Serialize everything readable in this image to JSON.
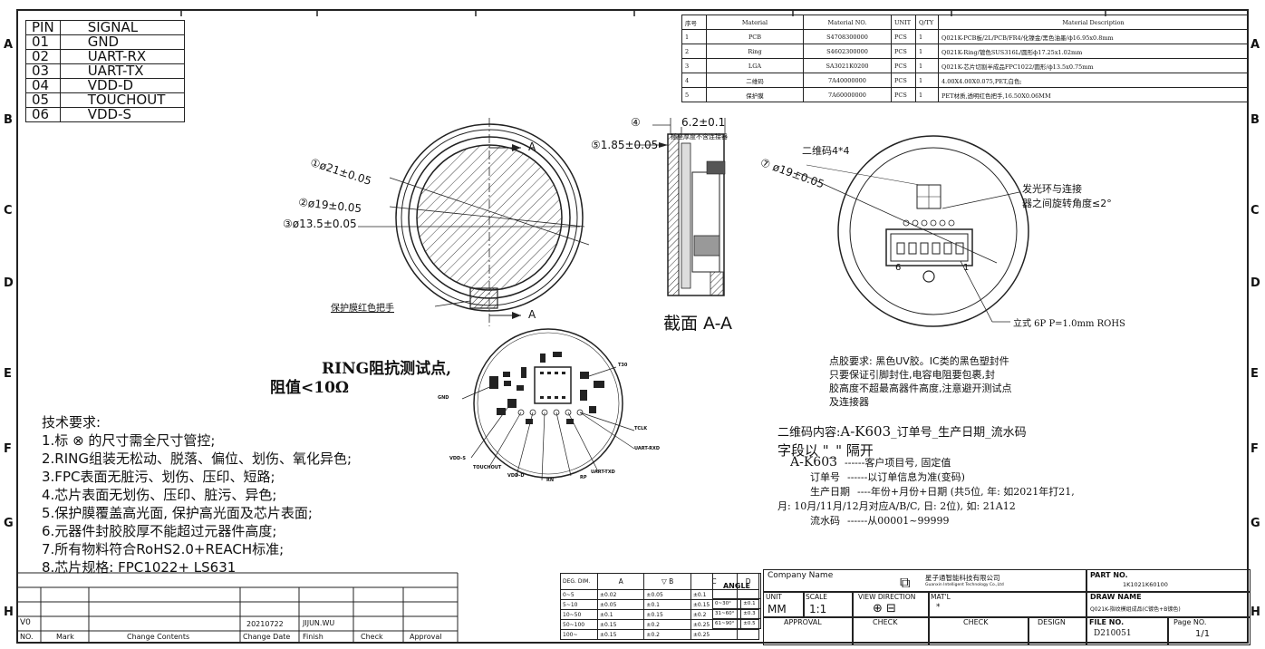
{
  "zones": {
    "rows": [
      "A",
      "B",
      "C",
      "D",
      "E",
      "F",
      "G",
      "H"
    ]
  },
  "pin_table": {
    "headers": [
      "PIN",
      "SIGNAL"
    ],
    "rows": [
      [
        "01",
        "GND"
      ],
      [
        "02",
        "UART-RX"
      ],
      [
        "03",
        "UART-TX"
      ],
      [
        "04",
        "VDD-D"
      ],
      [
        "05",
        "TOUCHOUT"
      ],
      [
        "06",
        "VDD-S"
      ]
    ]
  },
  "material_table": {
    "headers": [
      "序号",
      "Material",
      "Material NO.",
      "UNIT",
      "Q/TY",
      "Material Description"
    ],
    "rows": [
      [
        "1",
        "PCB",
        "S4708300000",
        "PCS",
        "1",
        "Q021K-PCB板/2L/PCB/FR4/化镍金/黑色油墨/ф16.95x0.8mm"
      ],
      [
        "2",
        "Ring",
        "S4602300000",
        "PCS",
        "1",
        "Q021K-Ring/镀色SUS316L/圆形ф17.25x1.02mm"
      ],
      [
        "3",
        "LGA",
        "SA3021K0200",
        "PCS",
        "1",
        "Q021K-芯片切割半成品FPC1022/圆形/ф13.5x0.75mm"
      ],
      [
        "4",
        "二维码",
        "7A40000000",
        "PCS",
        "1",
        "4.00X4.00X0.075,PET,白色;"
      ],
      [
        "5",
        "保护膜",
        "7A60000000",
        "PCS",
        "1",
        "PET材质,透明红色把手,16.50X0.06MM"
      ]
    ]
  },
  "front_view": {
    "d1": "①ø21±0.05",
    "d2": "②ø19±0.05",
    "d3": "③ø13.5±0.05",
    "section_mark": "A",
    "film_label": "保护膜红色把手"
  },
  "section_view": {
    "dim4": "④",
    "dim4_value": "6.2±0.1",
    "dim4_note": "插座厚度不含连接器",
    "dim5": "⑤1.85±0.05",
    "title": "截面 A-A"
  },
  "back_view": {
    "qr": "二维码4*4",
    "d7": "⑦ ø19±0.05",
    "ring_note_1": "发光环与连接",
    "ring_note_2": "器之间旋转角度≤2°",
    "pin_left": "6",
    "pin_right": "1",
    "connector_note": "立式 6P P=1.0mm ROHS"
  },
  "pcb_view": {
    "title_1": "RING阻抗测试点,",
    "title_2": "阻值<10Ω",
    "labels": [
      "T30",
      "GND",
      "TCLK",
      "UART-RXD",
      "UART-TXD",
      "VDD-S",
      "TOUCHOUT",
      "VDD-D",
      "RN",
      "RP"
    ]
  },
  "glue_note": [
    "点胶要求: 黑色UV胶。IC类的黑色塑封件",
    "只要保证引脚封住,电容电阻要包裹,封",
    "胶高度不超最高器件高度,注意避开测试点",
    "及连接器"
  ],
  "qr_content": {
    "line1_a": "二维码内容:",
    "line1_b": "A-K603",
    "line1_c": "_订单号_生产日期_流水码",
    "line2": "字段以 \"_\" 隔开",
    "rows": [
      [
        "A-K603",
        "------客户项目号, 固定值"
      ],
      [
        "订单号",
        "------以订单信息为准(变码)"
      ],
      [
        "生产日期",
        "----年份+月份+日期 (共5位, 年: 如2021年打21,"
      ],
      [
        "",
        "月: 10月/11月/12月对应A/B/C, 日: 2位), 如: 21A12"
      ],
      [
        "流水码",
        "------从00001~99999"
      ]
    ]
  },
  "tech": {
    "title": "技术要求:",
    "items": [
      "1.标 ⊗ 的尺寸需全尺寸管控;",
      "2.RING组装无松动、脱落、偏位、划伤、氧化异色;",
      "3.FPC表面无脏污、划伤、压印、短路;",
      "4.芯片表面无划伤、压印、脏污、异色;",
      "5.保护膜覆盖高光面, 保护高光面及芯片表面;",
      "6.元器件封胶胶厚不能超过元器件高度;",
      "7.所有物料符合RoHS2.0+REACH标准;",
      "8.芯片规格: FPC1022+ LS631"
    ]
  },
  "revision": {
    "rev": "V0",
    "date": "20210722",
    "finish": "JIJUN.WU",
    "headers": [
      "NO.",
      "Mark",
      "Change Contents",
      "Change Date",
      "Finish",
      "Check",
      "Approval"
    ]
  },
  "tolerance": {
    "headers": [
      "DEG. DIM.",
      "A",
      "▽ B",
      "C",
      "D"
    ],
    "rows": [
      [
        "0~5",
        "±0.02",
        "±0.05",
        "±0.1"
      ],
      [
        "5~10",
        "±0.05",
        "±0.1",
        "±0.15"
      ],
      [
        "10~50",
        "±0.1",
        "±0.15",
        "±0.2"
      ],
      [
        "50~100",
        "±0.15",
        "±0.2",
        "±0.25"
      ],
      [
        "100~",
        "±0.15",
        "±0.2",
        "±0.25"
      ]
    ],
    "angle_label": "ANGLE",
    "angle_rows": [
      [
        "0~30°",
        "±0.1"
      ],
      [
        "31~60°",
        "±0.3"
      ],
      [
        "61~90°",
        "±0.5"
      ]
    ]
  },
  "title_block": {
    "company_label": "Company Name",
    "company_cn": "星子通智能科技有限公司",
    "company_en": "Guanxin Intelligent Technology Co.,Ltd",
    "part_no_label": "PART NO.",
    "part_no": "1K1021K60100",
    "draw_name_label": "DRAW NAME",
    "draw_name": "Q021K-指纹模组成品(C镀色+B镀色)",
    "unit_label": "UNIT",
    "unit": "MM",
    "scale_label": "SCALE",
    "scale": "1:1",
    "view_label": "VIEW DIRECTION",
    "matl_label": "MAT'L",
    "matl": "*",
    "approval": "APPROVAL",
    "check1": "CHECK",
    "check2": "CHECK",
    "design": "DESIGN",
    "file_no_label": "FILE NO.",
    "file_no": "D210051",
    "page_label": "Page NO.",
    "page": "1/1"
  }
}
